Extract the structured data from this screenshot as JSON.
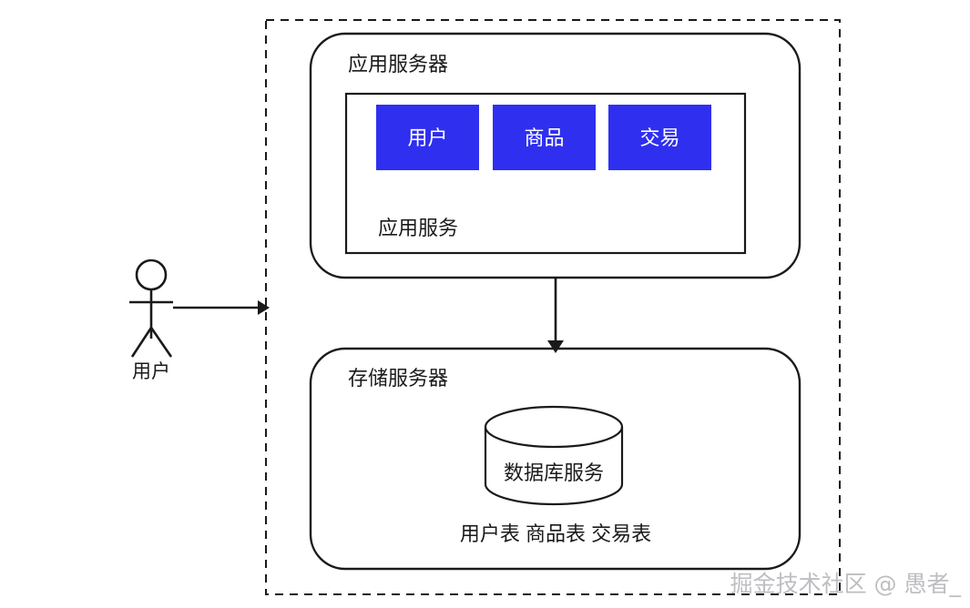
{
  "diagram": {
    "type": "architecture-diagram",
    "boundary": {
      "style": "dashed",
      "label": ""
    },
    "actor": {
      "name": "actor-user",
      "label": "用户",
      "icon": "stick-figure-icon"
    },
    "flow_arrow_actor": {
      "name": "actor-to-system-arrow",
      "from": "用户",
      "to": "系统边界"
    },
    "app_server": {
      "title": "应用服务器",
      "inner_box_label": "应用服务",
      "services": [
        {
          "label": "用户",
          "color": "#2f2ff0"
        },
        {
          "label": "商品",
          "color": "#2f2ff0"
        },
        {
          "label": "交易",
          "color": "#2f2ff0"
        }
      ]
    },
    "flow_arrow_servers": {
      "name": "app-to-storage-arrow",
      "from": "应用服务器",
      "to": "存储服务器"
    },
    "storage_server": {
      "title": "存储服务器",
      "database": {
        "label": "数据库服务",
        "shape": "cylinder"
      },
      "tables_label": "用户表 商品表 交易表"
    },
    "watermark": "掘金技术社区 @ 愚者_",
    "colors": {
      "service_blue": "#2f2ff0",
      "line": "#1a1a1a",
      "background": "#ffffff",
      "watermark": "#b9b9bd"
    }
  }
}
